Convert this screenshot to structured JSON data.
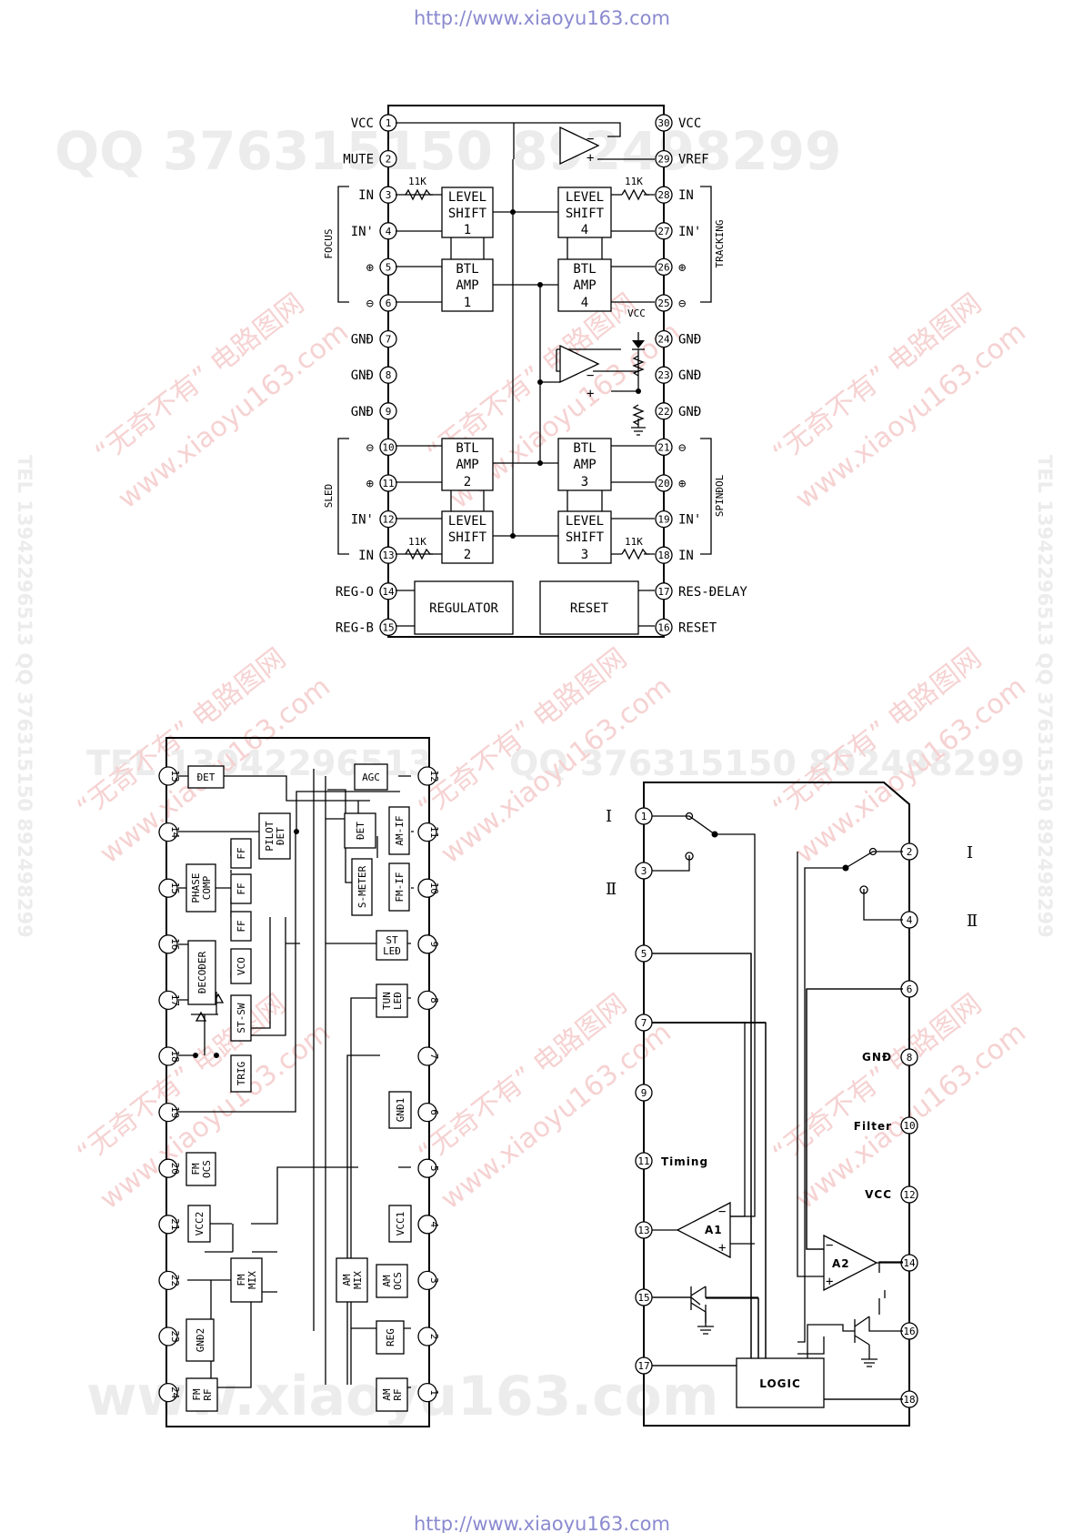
{
  "header_url": "http://www.xiaoyu163.com",
  "footer_url": "http://www.xiaoyu163.com",
  "watermarks": {
    "qq_top": "QQ 376315150  892498299",
    "qq_mid": "QQ 376315150  892498299",
    "tel_mid": "TEL 13942296513",
    "www_bottom": "www.xiaoyu163.com",
    "side_right": "TEL 13942296513  QQ 376315150  892498299",
    "cn": "“无奇不有” 电路图网",
    "site": "www.xiaoyu163.com"
  },
  "diagram1": {
    "left_pins": [
      {
        "num": "1",
        "label": "VCC"
      },
      {
        "num": "2",
        "label": "MUTE"
      },
      {
        "num": "3",
        "label": "IN"
      },
      {
        "num": "4",
        "label": "IN'"
      },
      {
        "num": "5",
        "label": "⊕"
      },
      {
        "num": "6",
        "label": "⊖"
      },
      {
        "num": "7",
        "label": "GNĐ"
      },
      {
        "num": "8",
        "label": "GNĐ"
      },
      {
        "num": "9",
        "label": "GNĐ"
      },
      {
        "num": "10",
        "label": "⊖"
      },
      {
        "num": "11",
        "label": "⊕"
      },
      {
        "num": "12",
        "label": "IN'"
      },
      {
        "num": "13",
        "label": "IN"
      },
      {
        "num": "14",
        "label": "REG-O"
      },
      {
        "num": "15",
        "label": "REG-B"
      }
    ],
    "right_pins": [
      {
        "num": "30",
        "label": "VCC"
      },
      {
        "num": "29",
        "label": "VREF"
      },
      {
        "num": "28",
        "label": "IN"
      },
      {
        "num": "27",
        "label": "IN'"
      },
      {
        "num": "26",
        "label": "⊕"
      },
      {
        "num": "25",
        "label": "⊖"
      },
      {
        "num": "24",
        "label": "GNĐ"
      },
      {
        "num": "23",
        "label": "GNĐ"
      },
      {
        "num": "22",
        "label": "GNĐ"
      },
      {
        "num": "21",
        "label": "⊖"
      },
      {
        "num": "20",
        "label": "⊕"
      },
      {
        "num": "19",
        "label": "IN'"
      },
      {
        "num": "18",
        "label": "IN"
      },
      {
        "num": "17",
        "label": "RES-ĐELAY"
      },
      {
        "num": "16",
        "label": "RESET"
      }
    ],
    "level_shift": [
      "LEVEL",
      "SHIFT"
    ],
    "btl_amp": [
      "BTL",
      "AMP"
    ],
    "block_numbers": {
      "ls_focus": "1",
      "btl_focus": "1",
      "ls_track": "4",
      "btl_track": "4",
      "btl_sled": "2",
      "ls_sled": "2",
      "btl_spin": "3",
      "ls_spin": "3"
    },
    "resistor": "11K",
    "vcc_label": "VCC",
    "regulator": "REGULATOR",
    "reset": "RESET",
    "group_focus": "FOCUS",
    "group_tracking": "TRACKING",
    "group_sled": "SLED",
    "group_spindol": "SPINĐOL",
    "op_minus": "−",
    "op_plus": "+"
  },
  "diagram2": {
    "left_pins": [
      "13",
      "14",
      "15",
      "16",
      "17",
      "18",
      "19",
      "20",
      "21",
      "22",
      "23",
      "24"
    ],
    "right_pins": [
      "12",
      "11",
      "10",
      "9",
      "8",
      "7",
      "6",
      "5",
      "4",
      "3",
      "2",
      "1"
    ],
    "blocks": {
      "det": "ĐET",
      "pilot": [
        "PILOT",
        "ĐET"
      ],
      "ff": "FF",
      "phase": [
        "PHASE",
        "COMP"
      ],
      "vco": "VCO",
      "decoder": "ĐECOĐER",
      "stsw": "ST-SW",
      "trig": "TRIG",
      "agc": "AGC",
      "det2": "ĐET",
      "amif": "AM-IF",
      "smeter": "S-METER",
      "fmif": "FM-IF",
      "stled": [
        "ST",
        "LEĐ"
      ],
      "tunled": [
        "TUN",
        "LEĐ"
      ],
      "gnd1": "GNĐ1",
      "fmocs": [
        "FM",
        "OCS"
      ],
      "vcc2": "VCC2",
      "vcc1": "VCC1",
      "fmmix": [
        "FM",
        "MIX"
      ],
      "ammix": [
        "AM",
        "MIX"
      ],
      "amocs": [
        "AM",
        "OCS"
      ],
      "gnd2": "GNĐ2",
      "reg": "REG",
      "fmrf": [
        "FM",
        "RF"
      ],
      "amrf": [
        "AM",
        "RF"
      ]
    }
  },
  "diagram3": {
    "pins_left": [
      "1",
      "3",
      "5",
      "7",
      "9",
      "11",
      "13",
      "15",
      "17"
    ],
    "pins_right": [
      "2",
      "4",
      "6",
      "8",
      "10",
      "12",
      "14",
      "16",
      "18"
    ],
    "roman_one": "Ⅰ",
    "roman_two": "Ⅱ",
    "gnd": "GNĐ",
    "filter": "Filter",
    "vcc": "VCC",
    "timing": "Timing",
    "a1": "A1",
    "a2": "A2",
    "logic": "LOGIC",
    "op_minus": "−",
    "op_plus": "+"
  }
}
